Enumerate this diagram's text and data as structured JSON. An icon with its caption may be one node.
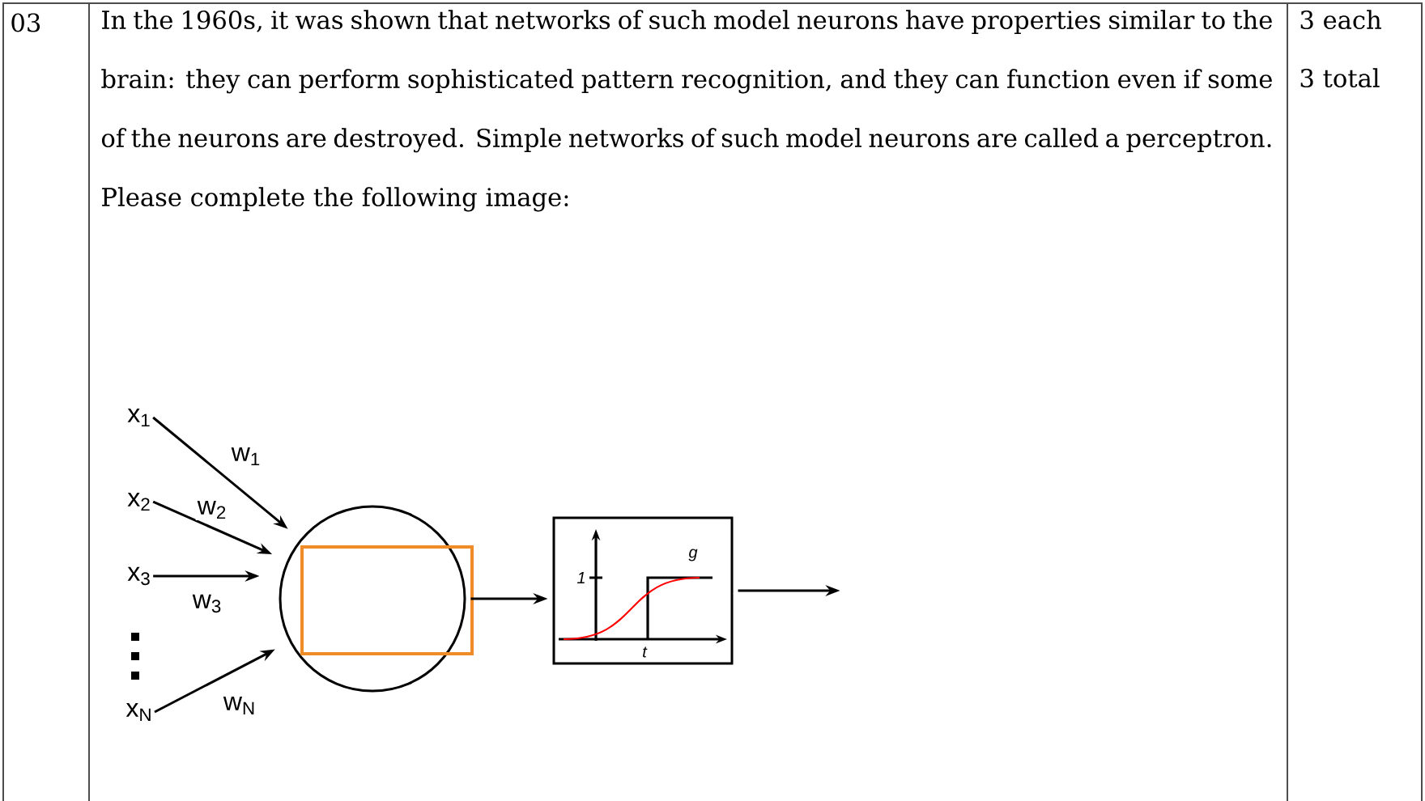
{
  "diagram": {
    "nodes": [
      {
        "text": [
          "x$_{1}$"
        ]
      },
      {
        "text": [
          "x$_{2}$"
        ]
      },
      {
        "text": [
          "x$_{3}$"
        ]
      },
      {
        "text": [
          "x$_{N}$"
        ]
      },
      {
        "text": [],
        "shape": "circle"
      },
      {
        "text": [],
        "shape": "box",
        "in": 4
      },
      {
        "text": [
          "g",
          "1",
          "t"
        ]
      }
    ],
    "edges": [
      {
        "from": 0,
        "to": 4,
        "arrow": "to",
        "label": "w$_{1}$"
      },
      {
        "from": 1,
        "to": 4,
        "arrow": "to",
        "label": "w$_{2}$"
      },
      {
        "from": 2,
        "to": 4,
        "arrow": "to",
        "label": "w$_{3}$"
      },
      {
        "from": 3,
        "to": 4,
        "arrow": "to",
        "label": "w$_{N}$"
      },
      {
        "from": 4,
        "to": 6,
        "arrow": "to"
      },
      {
        "from": 6,
        "to": null,
        "arrow": "to"
      }
    ],
    "labels": [
      "03",
      "In the 1960s, it was shown that networks of such model neurons have properties similar to the brain: they can perform sophisticated pattern recognition, and they can function even if some of the neurons are destroyed. Simple networks of such model neurons are called a perceptron. Please complete the following image:",
      "3 each",
      "3 total"
    ]
  }
}
